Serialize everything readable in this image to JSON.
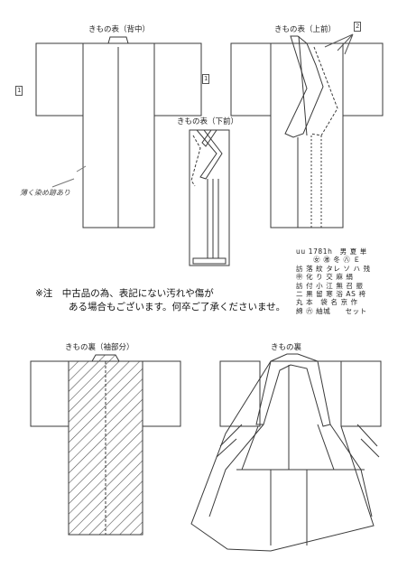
{
  "labels": {
    "back": "きもの表（背中）",
    "front_upper": "きもの表（上前）",
    "front_lower": "きもの表（下前）",
    "lining_sleeve": "きもの裏（袖部分）",
    "lining": "きもの裏"
  },
  "markers": {
    "m1_left": "1",
    "m1_right": "1",
    "m2": "2"
  },
  "handwritten_note": "薄く染め跡あり",
  "notice": {
    "line1": "※注　中古品の為、表記にない汚れや傷が",
    "line2": "ある場合もございます。何卒ご了承くださいませ。"
  },
  "code_grid": {
    "row1": "uu  1781h　男 夏 単",
    "row2": "　　 ㊛ ㊜ 冬 ㊇ Ｅ",
    "row3": "訪 落 紋 タレ ソ ハ 残",
    "row4": "㊥ 化 り 交 麻 絹",
    "row5": "訪 付 小 江 無 召 振",
    "row6": "二 黒 留 寒 浴 AS 袴",
    "row7": "丸 本　袋 名 京 作",
    "row8": "綿 ㊅ 紬城　　セット"
  },
  "colors": {
    "line": "#3a3a3a",
    "hatch": "#555555",
    "paper": "#ffffff"
  }
}
